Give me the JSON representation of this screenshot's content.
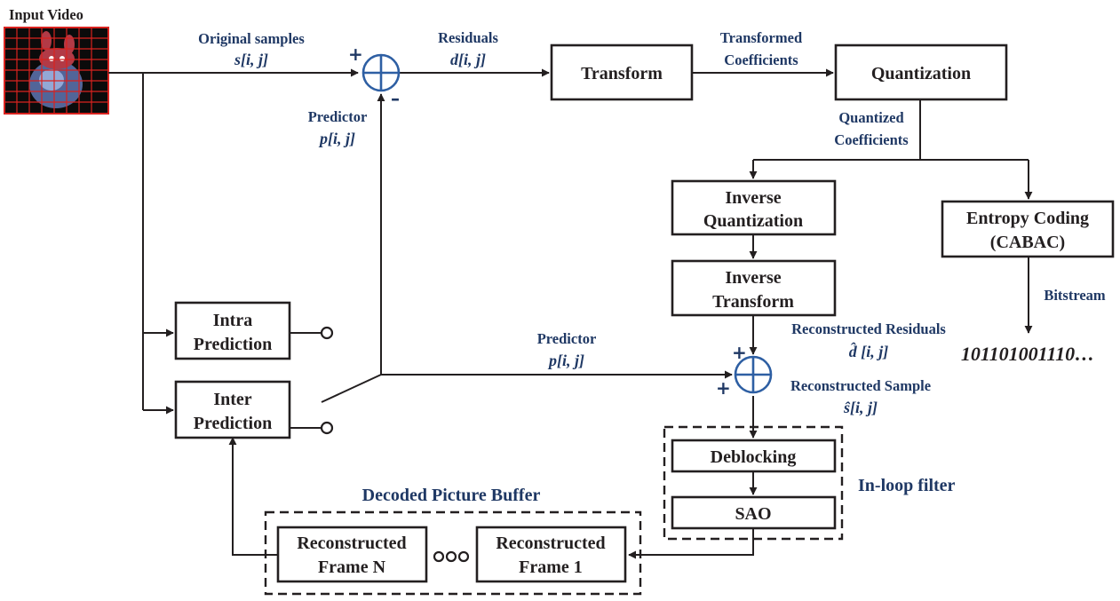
{
  "input": {
    "label": "Input Video"
  },
  "blocks": {
    "transform": "Transform",
    "quantization": "Quantization",
    "inverse_quantization": [
      "Inverse",
      "Quantization"
    ],
    "inverse_transform": [
      "Inverse",
      "Transform"
    ],
    "entropy_coding": [
      "Entropy Coding",
      "(CABAC)"
    ],
    "intra_prediction": [
      "Intra",
      "Prediction"
    ],
    "inter_prediction": [
      "Inter",
      "Prediction"
    ],
    "deblocking": "Deblocking",
    "sao": "SAO",
    "recon_frame_n": [
      "Reconstructed",
      "Frame N"
    ],
    "recon_frame_1": [
      "Reconstructed",
      "Frame 1"
    ]
  },
  "labels": {
    "original_samples": "Original samples",
    "original_samples_math": "s[i, j]",
    "residuals": "Residuals",
    "residuals_math": "d[i, j]",
    "transformed_coefficients": [
      "Transformed",
      "Coefficients"
    ],
    "quantized_coefficients": [
      "Quantized",
      "Coefficients"
    ],
    "predictor_top": "Predictor",
    "predictor_top_math": "p[i, j]",
    "predictor_mid": "Predictor",
    "predictor_mid_math": "p[i, j]",
    "reconstructed_residuals": "Reconstructed Residuals",
    "reconstructed_residuals_math": "d̂ [i, j]",
    "reconstructed_sample": "Reconstructed Sample",
    "reconstructed_sample_math": "ŝ[i, j]",
    "bitstream": "Bitstream",
    "bitstream_value": "101101001110…",
    "ellipsis": "ooo"
  },
  "groups": {
    "dpb": "Decoded Picture Buffer",
    "inloop": "In-loop filter"
  },
  "signs": {
    "plus": "+",
    "minus": "–"
  },
  "colors": {
    "label_text": "#1f3864",
    "adder": "#2e5fa3",
    "box_stroke": "#231f20",
    "grid_lines": "#d9231f"
  }
}
